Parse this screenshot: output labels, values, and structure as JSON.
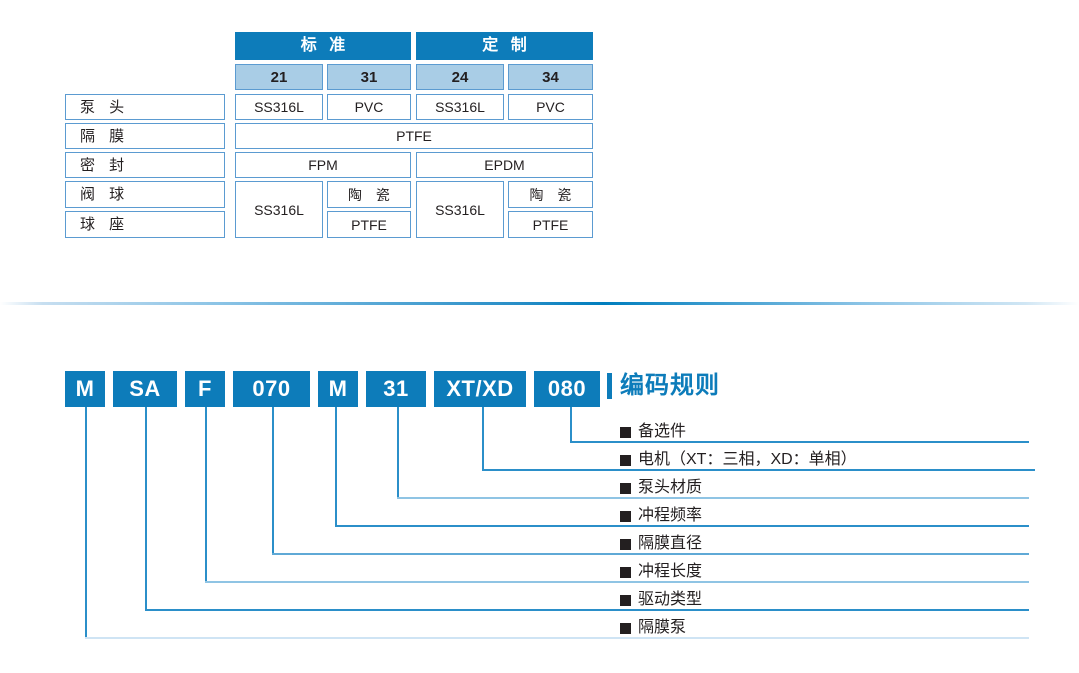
{
  "materials_table": {
    "headers_main": [
      {
        "label": "标 准",
        "span": "21,31"
      },
      {
        "label": "定 制",
        "span": "24,34"
      }
    ],
    "headers_sub": [
      "21",
      "31",
      "24",
      "34"
    ],
    "row_labels": [
      "泵 头",
      "隔 膜",
      "密 封",
      "阀 球",
      "球 座"
    ],
    "cells": {
      "pump_head": [
        "SS316L",
        "PVC",
        "SS316L",
        "PVC"
      ],
      "diaphragm_all": "PTFE",
      "seal_standard": "FPM",
      "seal_custom": "EPDM",
      "valve_ball_21": "SS316L",
      "valve_ball_31": "陶 瓷",
      "ball_seat_31": "PTFE",
      "valve_ball_24": "SS316L",
      "valve_ball_34": "陶 瓷",
      "ball_seat_34": "PTFE"
    }
  },
  "coding_rule": {
    "title": "编码规则",
    "code_segments": [
      {
        "key": "diaphragm_pump",
        "value": "M"
      },
      {
        "key": "drive_type",
        "value": "SA"
      },
      {
        "key": "stroke_length",
        "value": "F"
      },
      {
        "key": "diaphragm_diameter",
        "value": "070"
      },
      {
        "key": "stroke_frequency",
        "value": "M"
      },
      {
        "key": "pump_head_material",
        "value": "31"
      },
      {
        "key": "motor",
        "value": "XT/XD"
      },
      {
        "key": "optional_parts",
        "value": "080"
      }
    ],
    "legend": [
      {
        "key": "optional_parts",
        "label": "备选件"
      },
      {
        "key": "motor",
        "label": "电机（XT：三相，XD：单相）"
      },
      {
        "key": "pump_head_material",
        "label": "泵头材质"
      },
      {
        "key": "stroke_frequency",
        "label": "冲程频率"
      },
      {
        "key": "diaphragm_diameter",
        "label": "隔膜直径"
      },
      {
        "key": "stroke_length",
        "label": "冲程长度"
      },
      {
        "key": "drive_type",
        "label": "驱动类型"
      },
      {
        "key": "diaphragm_pump",
        "label": "隔膜泵"
      }
    ]
  },
  "colors": {
    "brand_blue": "#0d7cba",
    "light_blue": "#a9cde6",
    "border_blue": "#5b9bd1",
    "line_blue": "#2b8fc9",
    "text_dark": "#231f20"
  }
}
